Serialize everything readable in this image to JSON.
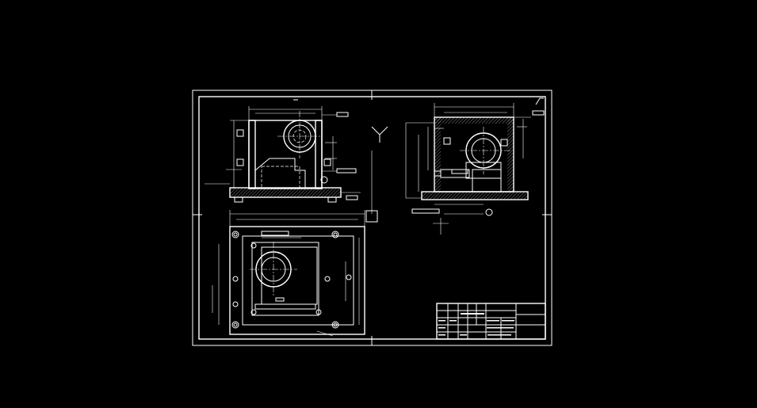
{
  "drawing": {
    "background": "#000000",
    "line_color": "#ffffff",
    "views": [
      "front-section-view",
      "side-section-view",
      "top-view"
    ],
    "title_block": {
      "rows": 5,
      "columns": 6
    }
  }
}
